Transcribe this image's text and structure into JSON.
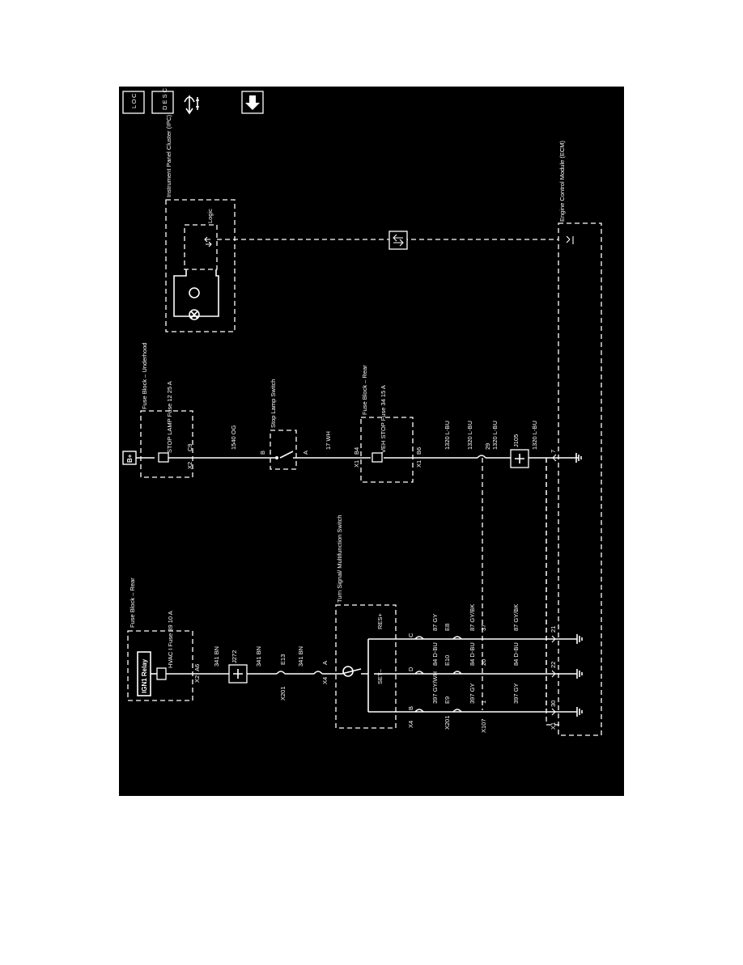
{
  "toolbar": {
    "locator_label": "L O C",
    "description_label": "D E S C",
    "schematic_label": "",
    "down_label": ""
  },
  "ipc": {
    "name": "Instrument Panel Cluster (IPC)",
    "logic": "Logic"
  },
  "fuse_underhood": {
    "block": "Fuse Block – Underhood",
    "fuse": "STOP LAMP Fuse 12 25 A",
    "batt": "B+",
    "conn": "X2",
    "pin": "C9"
  },
  "stop_switch": {
    "name": "Stop Lamp Switch",
    "pin_in": "B",
    "pin_out": "A"
  },
  "fuse_rear_right": {
    "block": "Fuse Block – Rear",
    "fuse": "VEH STOP Fuse 34 15 A",
    "conn_in": "X1",
    "pin_in": "B4",
    "conn_out": "X1",
    "pin_out": "B6"
  },
  "wires": {
    "w1540": "1540 OG",
    "w17": "17 WH",
    "w1320a": "1320 L-BU",
    "w1320b": "1320 L-BU",
    "w1320c": "1320 L-BU",
    "w1320d": "1320 L-BU",
    "w29": "29",
    "j105": "J105",
    "w341a": "341 BN",
    "w341b": "341 BN",
    "w341c": "341 BN",
    "j272": "J272",
    "w397a": "397 GY/WH",
    "w397b": "397 GY",
    "w397c": "397 GY",
    "w84a": "84 D-BU",
    "w84b": "84 D-BU",
    "w84c": "84 D-BU",
    "w87a": "87 GY",
    "w87b": "87 GY/BK",
    "w87c": "87 GY/BK"
  },
  "fuse_rear_left": {
    "block": "Fuse Block – Rear",
    "relay": "IGN1 Relay",
    "fuse": "HVAC I Fuse 39 10 A",
    "conn": "X2",
    "pin": "A6"
  },
  "turn_switch": {
    "name": "Turn Signal/ Multifunction Switch",
    "set": "SET–",
    "res": "RES+",
    "pin_a": "A",
    "pin_b": "B",
    "pin_c": "C",
    "pin_d": "D"
  },
  "connectors": {
    "x201a": "X201",
    "x4a": "X4",
    "x4b": "X4",
    "x201b": "X201",
    "x107": "X107",
    "x1": "X1",
    "e13": "E13",
    "e9": "E9",
    "e10": "E10",
    "e8": "E8",
    "p1": "1",
    "p20": "20",
    "p37": "37",
    "p30": "30",
    "p22": "22",
    "p21": "21",
    "p7": "7"
  },
  "ecm": {
    "name": "Engine Control Module (ECM)"
  }
}
